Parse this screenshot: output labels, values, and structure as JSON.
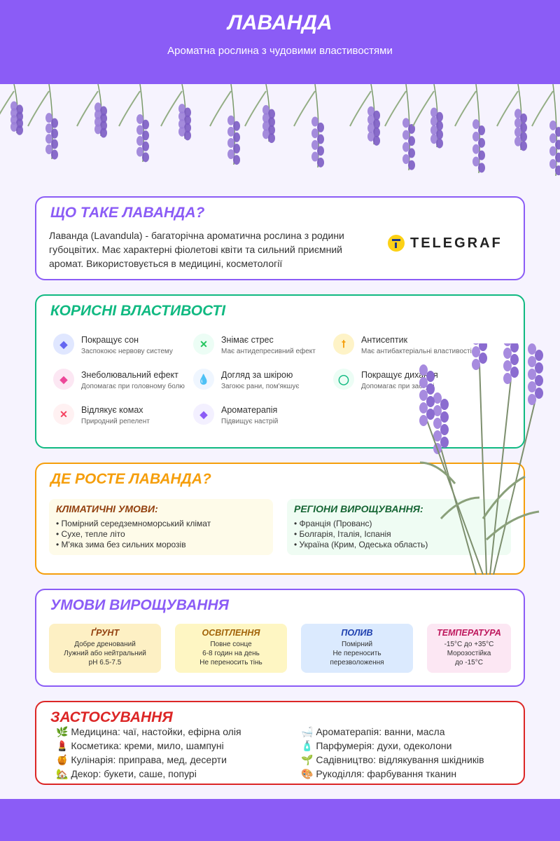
{
  "header": {
    "title": "ЛАВАНДА",
    "subtitle": "Ароматна рослина з чудовими властивостями"
  },
  "what": {
    "title": "ЩО ТАКЕ ЛАВАНДА?",
    "text": "Лаванда (Lavandula) - багаторічна ароматична рослина з родини губоцвітих. Має характерні фіолетові квіти та сильний приємний аромат. Використовується в медицині, косметології",
    "logo": "TELEGRAF"
  },
  "benefits": {
    "title": "КОРИСНІ ВЛАСТИВОСТІ",
    "items": [
      {
        "title": "Покращує сон",
        "desc": "Заспокоює нервову систему",
        "icon": "eye-icon",
        "glyph": "◆",
        "color": "#6366f1",
        "bg": "#e0e7ff"
      },
      {
        "title": "Знімає стрес",
        "desc": "Має антидепресивний ефект",
        "icon": "x-icon",
        "glyph": "✕",
        "color": "#22c55e",
        "bg": "#ecfdf5"
      },
      {
        "title": "Антисептик",
        "desc": "Має антибактеріальні властивості",
        "icon": "antiseptic-icon",
        "glyph": "ꝉ",
        "color": "#f59e0b",
        "bg": "#fef3c7"
      },
      {
        "title": "Знеболювальний ефект",
        "desc": "Допомагає при головному болю",
        "icon": "pain-icon",
        "glyph": "◆",
        "color": "#ec4899",
        "bg": "#fce7f3"
      },
      {
        "title": "Догляд за шкірою",
        "desc": "Загоює рани, пом'якшує",
        "icon": "drop-icon",
        "glyph": "💧",
        "color": "#0ea5e9",
        "bg": "#eff6ff"
      },
      {
        "title": "Покращує дихання",
        "desc": "Допомагає при застуді",
        "icon": "lung-icon",
        "glyph": "◯",
        "color": "#10b981",
        "bg": "#ecfdf5"
      },
      {
        "title": "Відлякує комах",
        "desc": "Природний репелент",
        "icon": "insect-icon",
        "glyph": "✕",
        "color": "#f43f5e",
        "bg": "#fff1f2"
      },
      {
        "title": "Ароматерапія",
        "desc": "Підвищує настрій",
        "icon": "aroma-icon",
        "glyph": "◆",
        "color": "#8b5cf6",
        "bg": "#f3f0ff"
      }
    ]
  },
  "grow": {
    "title": "ДЕ РОСТЕ ЛАВАНДА?",
    "climate": {
      "title": "КЛІМАТИЧНІ УМОВИ:",
      "items": [
        "• Помірний середземноморський клімат",
        "• Сухе, тепле літо",
        "• М'яка зима без сильних морозів"
      ]
    },
    "regions": {
      "title": "РЕГІОНИ ВИРОЩУВАННЯ:",
      "items": [
        "• Франція (Прованс)",
        "• Болгарія, Італія, Іспанія",
        "• Україна (Крим, Одеська область)"
      ]
    }
  },
  "conditions": {
    "title": "УМОВИ ВИРОЩУВАННЯ",
    "items": [
      {
        "title": "ҐРУНТ",
        "lines": [
          "Добре дренований",
          "Лужний або нейтральний",
          "pH 6.5-7.5"
        ],
        "color": "#92400e",
        "bg": "#fdf0c4"
      },
      {
        "title": "ОСВІТЛЕННЯ",
        "lines": [
          "Повне сонце",
          "6-8 годин на день",
          "Не переносить тінь"
        ],
        "color": "#a16207",
        "bg": "#fef6c3"
      },
      {
        "title": "ПОЛИВ",
        "lines": [
          "Помірний",
          "Не переносить",
          "перезволоження"
        ],
        "color": "#1e40af",
        "bg": "#dbeafe"
      },
      {
        "title": "ТЕМПЕРАТУРА",
        "lines": [
          "-15°C до +35°C",
          "Морозостійка",
          "до -15°C"
        ],
        "color": "#be185d",
        "bg": "#fce7f3"
      }
    ]
  },
  "uses": {
    "title": "ЗАСТОСУВАННЯ",
    "items": [
      "🌿 Медицина: чаї, настойки, ефірна олія",
      "💄 Косметика: креми, мило, шампуні",
      "🍯 Кулінарія: приправа, мед, десерти",
      "🏡 Декор: букети, саше, попурі",
      "🛁 Ароматерапія: ванни, масла",
      "🧴 Парфумерія: духи, одеколони",
      "🌱 Садівництво: відлякування шкідників",
      "🎨 Рукоділля: фарбування тканин"
    ]
  }
}
